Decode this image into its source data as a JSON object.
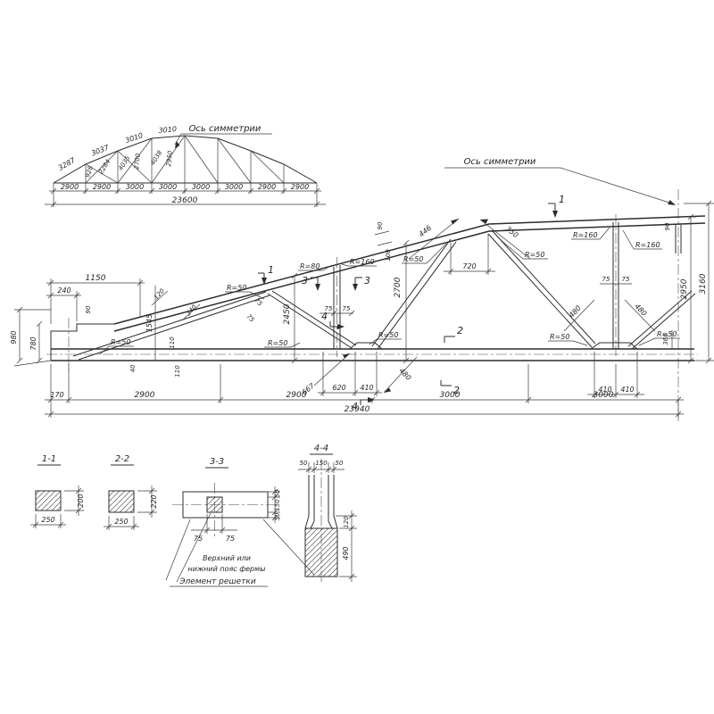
{
  "overview": {
    "axis_label": "Ось симметрии",
    "top_chord_dims": [
      "3287",
      "3037",
      "3010",
      "3010"
    ],
    "web_dims": [
      "928",
      "2284",
      "4035",
      "2700",
      "4038",
      "2950"
    ],
    "panel_dims": [
      "2900",
      "2900",
      "3000",
      "3000",
      "3000",
      "3000",
      "2900",
      "2900"
    ],
    "total": "23600"
  },
  "main": {
    "axis_label": "Ось симметрии",
    "bottom_dims": [
      "170",
      "2900",
      "2900",
      "3000",
      "3000"
    ],
    "total": "23940",
    "dims": {
      "d1150": "1150",
      "d240": "240",
      "d90": "90",
      "d980": "980",
      "d780": "780",
      "d1545": "1545",
      "d110": "110",
      "d40": "40",
      "d120": "120",
      "d340": "340",
      "d2450": "2450",
      "d2700": "2700",
      "d720": "720",
      "d446": "446",
      "d350": "350",
      "d100": "100",
      "d75": "75",
      "d667": "667",
      "d620": "620",
      "d410": "410",
      "d480": "480",
      "d360": "360",
      "d2950": "2950",
      "d3160": "3160"
    },
    "radii": {
      "r50": "R=50",
      "r80": "R=80",
      "r160": "R=160"
    },
    "marks": {
      "m1": "1",
      "m2": "2",
      "m3": "3",
      "m4": "4"
    }
  },
  "sections": {
    "s11": {
      "title": "1-1",
      "w": "250",
      "h": "200"
    },
    "s22": {
      "title": "2-2",
      "w": "250",
      "h": "220"
    },
    "s33": {
      "title": "3-3",
      "side": [
        "50",
        "150",
        "50"
      ],
      "bottom": [
        "75",
        "75"
      ],
      "note_line1": "Верхний или",
      "note_line2": "нижний пояс фермы",
      "note_line3": "Элемент решетки"
    },
    "s44": {
      "title": "4-4",
      "top": [
        "50",
        "150",
        "50"
      ],
      "right": [
        "120",
        "490"
      ]
    }
  }
}
